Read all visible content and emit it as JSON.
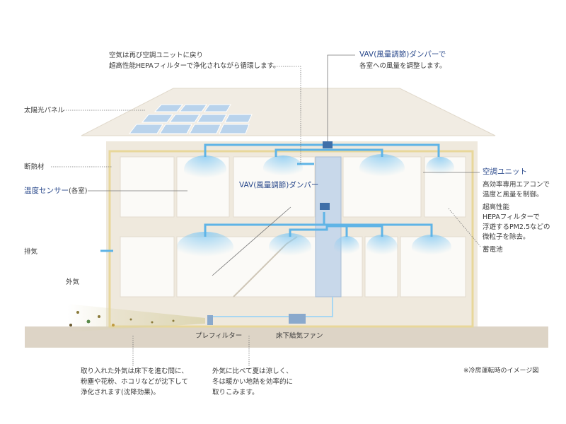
{
  "labels": {
    "return_air": [
      "空気は再び空調ユニットに戻り",
      "超高性能HEPAフィルターで浄化されながら循環します。"
    ],
    "vav_top_title": "VAV(風量調節)ダンパーで",
    "vav_top_desc": "各室への風量を調整します。",
    "solar_panel": "太陽光パネル",
    "insulation": "断熱材",
    "temp_sensor": "温度センサー",
    "temp_sensor_suffix": "(各室)",
    "exhaust": "排気",
    "outside_air": "外気",
    "vav_center": "VAV(風量調節)ダンパー",
    "ac_unit_title": "空調ユニット",
    "ac_unit_desc": [
      "高効率専用エアコンで",
      "温度と風量を制御。"
    ],
    "hepa_desc": [
      "超高性能",
      "HEPAフィルターで",
      "浮遊するPM2.5などの",
      "微粒子を除去。"
    ],
    "battery": "蓄電池",
    "prefilter": "プレフィルター",
    "underfloor_fan": "床下給気ファン",
    "settling_note": [
      "取り入れた外気は床下を進む間に、",
      "粉塵や花粉、ホコリなどが沈下して",
      "浄化されます(沈降効果)。"
    ],
    "geothermal_note": [
      "外気に比べて夏は涼しく、",
      "冬は暖かい地熱を効率的に",
      "取りこみます。"
    ],
    "footnote": "※冷房運転時のイメージ図"
  },
  "colors": {
    "accent_blue": "#2b4a8c",
    "airflow": "#5fb4e6",
    "wall": "#efe9dd",
    "ground": "#ddd4c6",
    "insulation": "#e8d79a",
    "solar": "#b9d3ec"
  }
}
